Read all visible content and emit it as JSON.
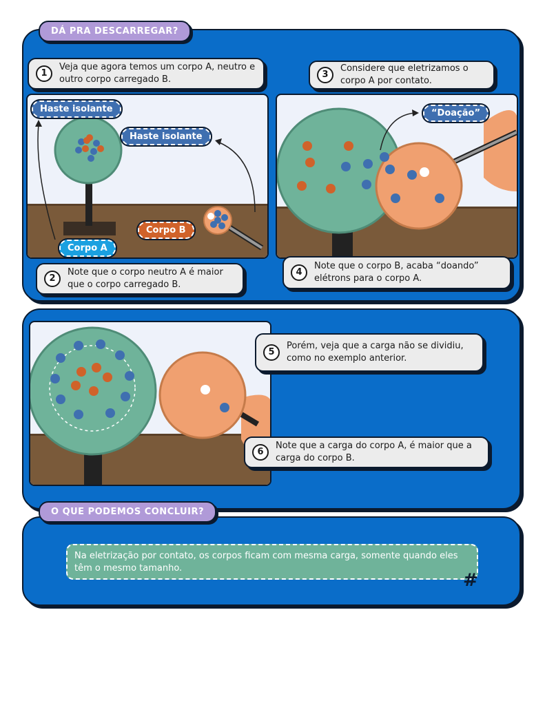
{
  "section1": {
    "tag": "DÁ PRA DESCARREGAR?"
  },
  "section2": {
    "tag": "O QUE PODEMOS CONCLUIR?"
  },
  "bubbles": [
    {
      "num": "1",
      "text": "Veja que agora temos um corpo A, neutro e outro corpo carregado B."
    },
    {
      "num": "2",
      "text": "Note que o corpo neutro A é maior que o corpo carregado B."
    },
    {
      "num": "3",
      "text": "Considere que eletrizamos o corpo A por contato."
    },
    {
      "num": "4",
      "text": "Note que o corpo B, acaba “doando” elétrons para o corpo A."
    },
    {
      "num": "5",
      "text": "Porém, veja que a carga não se dividiu, como no exemplo anterior."
    },
    {
      "num": "6",
      "text": "Note que a carga do corpo A, é maior que a carga do corpo B."
    }
  ],
  "labels": {
    "haste_left": "Haste isolante",
    "haste_right": "Haste isolante",
    "corpo_a": "Corpo A",
    "corpo_b": "Corpo B",
    "doacao": "“Doação”"
  },
  "conclusion": "Na eletrização por contato, os corpos ficam com mesma carga, somente quando eles têm o mesmo tamanho.",
  "colors": {
    "panel_blue": "#0a6dc9",
    "green_sphere": "#6fb39a",
    "orange_sphere": "#f0a070",
    "ground": "#7a5a3a",
    "tag_purple": "#b09ad8",
    "pill_blue": "#3f6fb0",
    "pill_orange": "#d0622a",
    "pill_cyan": "#1aa0e0"
  },
  "icons": [
    "hashtag-icon",
    "plus-charge-icon",
    "minus-charge-icon",
    "arrow-icon"
  ]
}
